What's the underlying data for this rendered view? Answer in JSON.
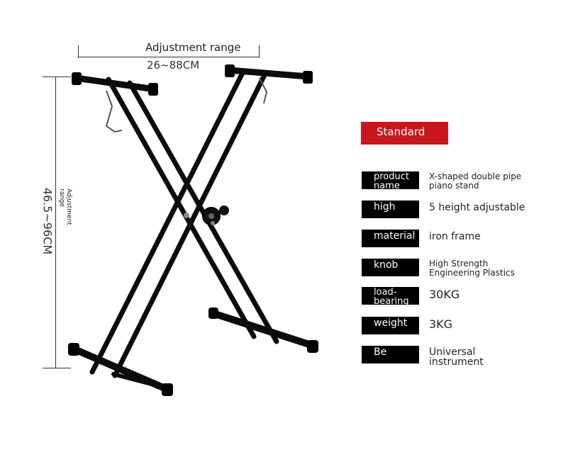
{
  "dimensions": {
    "width_title": "Adjustment range",
    "width_value": "26~88CM",
    "height_title": "Adjustment range",
    "height_value": "46.5~96CM"
  },
  "badge": "Standard",
  "specs": [
    {
      "label": "product name",
      "value": "X-shaped double pipe piano stand"
    },
    {
      "label": "high",
      "value": "5 height adjustable"
    },
    {
      "label": "material",
      "value": "iron frame"
    },
    {
      "label": "knob",
      "value": "High Strength Engineering Plastics"
    },
    {
      "label": "load-bearing",
      "value": "30KG"
    },
    {
      "label": "weight",
      "value": "3KG"
    },
    {
      "label": "Be",
      "value": "Universal instrument"
    }
  ],
  "colors": {
    "badge": "#c8171c",
    "label_bg": "#000000",
    "stand": "#0c0c0c"
  }
}
